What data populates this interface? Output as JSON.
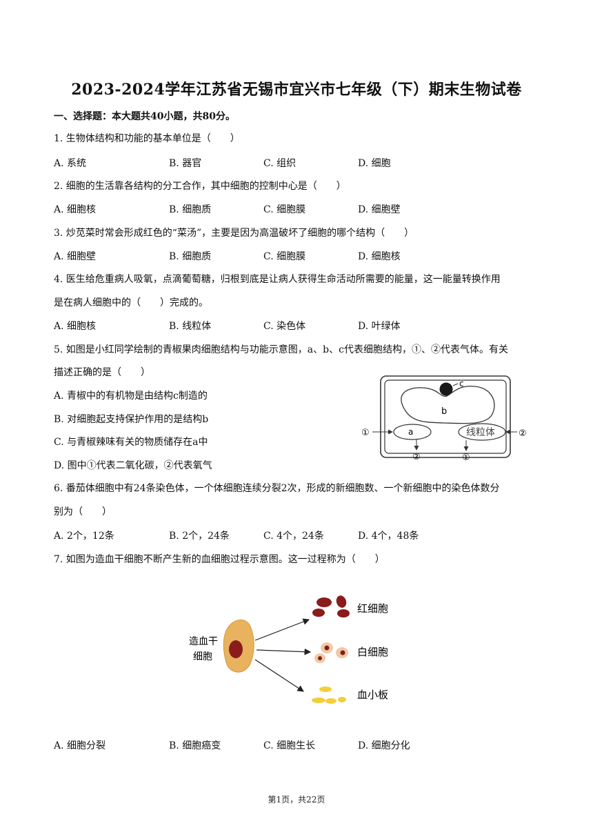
{
  "title": "2023-2024学年江苏省无锡市宜兴市七年级（下）期末生物试卷",
  "section1": "一、选择题：本大题共40小题，共80分。",
  "q1": {
    "stem": "1. 生物体结构和功能的基本单位是（　　）",
    "options": [
      "A. 系统",
      "B. 器官",
      "C. 组织",
      "D. 细胞"
    ]
  },
  "q2": {
    "stem": "2. 细胞的生活靠各结构的分工合作，其中细胞的控制中心是（　　）",
    "options": [
      "A. 细胞核",
      "B. 细胞质",
      "C. 细胞膜",
      "D. 细胞壁"
    ]
  },
  "q3": {
    "stem": "3. 炒苋菜时常会形成红色的“菜汤”，主要是因为高温破坏了细胞的哪个结构（　　）",
    "options": [
      "A. 细胞壁",
      "B. 细胞质",
      "C. 细胞膜",
      "D. 细胞核"
    ]
  },
  "q4": {
    "stem_line1": "4. 医生给危重病人吸氧，点滴葡萄糖，归根到底是让病人获得生命活动所需要的能量，这一能量转换作用",
    "stem_line2": "是在病人细胞中的（　　）完成的。",
    "options": [
      "A. 细胞核",
      "B. 线粒体",
      "C. 染色体",
      "D. 叶绿体"
    ]
  },
  "q5": {
    "stem_line1": "5. 如图是小红同学绘制的青椒果肉细胞结构与功能示意图，a、b、c代表细胞结构，①、②代表气体。有关",
    "stem_line2": "描述正确的是（　　）",
    "options": [
      "A. 青椒中的有机物是由结构c制造的",
      "B. 对细胞起支持保护作用的是结构b",
      "C. 与青椒辣味有关的物质储存在a中",
      "D. 图中①代表二氧化碳，②代表氧气"
    ],
    "figure": {
      "label_c": "c",
      "label_b": "b",
      "label_a": "a",
      "mito": "线粒体",
      "circ1": "①",
      "circ2": "②"
    }
  },
  "q6": {
    "stem_line1": "6. 番茄体细胞中有24条染色体，一个体细胞连续分裂2次，形成的新细胞数、一个新细胞中的染色体数分",
    "stem_line2": "别为（　　）",
    "options": [
      "A. 2个，12条",
      "B. 2个，24条",
      "C. 4个，24条",
      "D. 4个，48条"
    ]
  },
  "q7": {
    "stem": "7. 如图为造血干细胞不断产生新的血细胞过程示意图。这一过程称为（　　）",
    "options": [
      "A. 细胞分裂",
      "B. 细胞癌变",
      "C. 细胞生长",
      "D. 细胞分化"
    ],
    "figure": {
      "stem_cell_line1": "造血干",
      "stem_cell_line2": "细胞",
      "rbc": "红细胞",
      "wbc": "白细胞",
      "platelet": "血小板"
    }
  },
  "footer": "第1页，共22页",
  "colors": {
    "text": "#111111",
    "cell_red": "#8a1c1c",
    "stem_cell": "#e9b25f",
    "platelet": "#f2cf3a"
  }
}
